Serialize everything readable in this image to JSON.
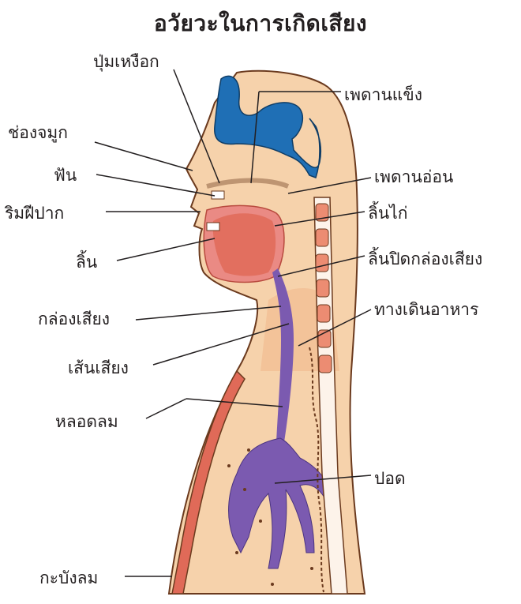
{
  "title": "อวัยวะในการเกิดเสียง",
  "labels": {
    "alveolar_ridge": "ปุ่มเหงือก",
    "hard_palate": "เพดานแข็ง",
    "nasal_cavity": "ช่องจมูก",
    "teeth": "ฟัน",
    "soft_palate": "เพดานอ่อน",
    "lips": "ริมฝีปาก",
    "uvula": "ลิ้นไก่",
    "tongue": "ลิ้น",
    "epiglottis": "ลิ้นปิดกล่องเสียง",
    "larynx": "กล่องเสียง",
    "esophagus": "ทางเดินอาหาร",
    "vocal_cords": "เส้นเสียง",
    "trachea": "หลอดลม",
    "lungs": "ปอด",
    "diaphragm": "กะบังลม"
  },
  "colors": {
    "skin": "#f6d2ab",
    "skin_shadow": "#f2b98e",
    "outline": "#6b3a1e",
    "muscle_red": "#e06a58",
    "mouth_pink": "#ea8a84",
    "sinus_blue": "#1f6fb5",
    "airway_purple": "#7b5ab0",
    "spine_white": "#fdf3ea",
    "vertebra": "#ec8c72"
  }
}
